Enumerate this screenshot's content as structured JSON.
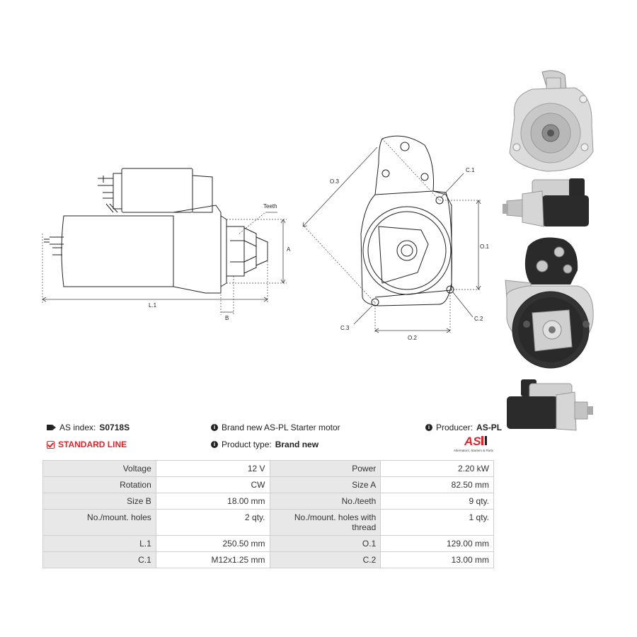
{
  "drawing": {
    "labels": {
      "teeth": "Teeth",
      "a": "A",
      "b": "B",
      "l1": "L.1",
      "o1": "O.1",
      "o2": "O.2",
      "o3": "O.3",
      "c1": "C.1",
      "c2": "C.2",
      "c3": "C.3"
    }
  },
  "info": {
    "as_index_label": "AS index:",
    "as_index_value": "S0718S",
    "standard_line": "STANDARD LINE",
    "description": "Brand new AS-PL Starter motor",
    "product_type_label": "Product type:",
    "product_type_value": "Brand new",
    "producer_label": "Producer:",
    "producer_value": "AS-PL"
  },
  "logo": {
    "mark": "AS",
    "tagline": "Alternators, Starters & Parts",
    "accent": "#d9262c"
  },
  "specs": {
    "rows": [
      [
        {
          "label": "Voltage",
          "value": "12 V"
        },
        {
          "label": "Power",
          "value": "2.20 kW"
        }
      ],
      [
        {
          "label": "Rotation",
          "value": "CW"
        },
        {
          "label": "Size A",
          "value": "82.50 mm"
        }
      ],
      [
        {
          "label": "Size B",
          "value": "18.00 mm"
        },
        {
          "label": "No./teeth",
          "value": "9 qty."
        }
      ],
      [
        {
          "label": "No./mount. holes",
          "value": "2 qty."
        },
        {
          "label": "No./mount. holes with thread",
          "value": "1 qty."
        }
      ],
      [
        {
          "label": "L.1",
          "value": "250.50 mm"
        },
        {
          "label": "O.1",
          "value": "129.00 mm"
        }
      ],
      [
        {
          "label": "C.1",
          "value": "M12x1.25 mm"
        },
        {
          "label": "C.2",
          "value": "13.00 mm"
        }
      ]
    ]
  }
}
